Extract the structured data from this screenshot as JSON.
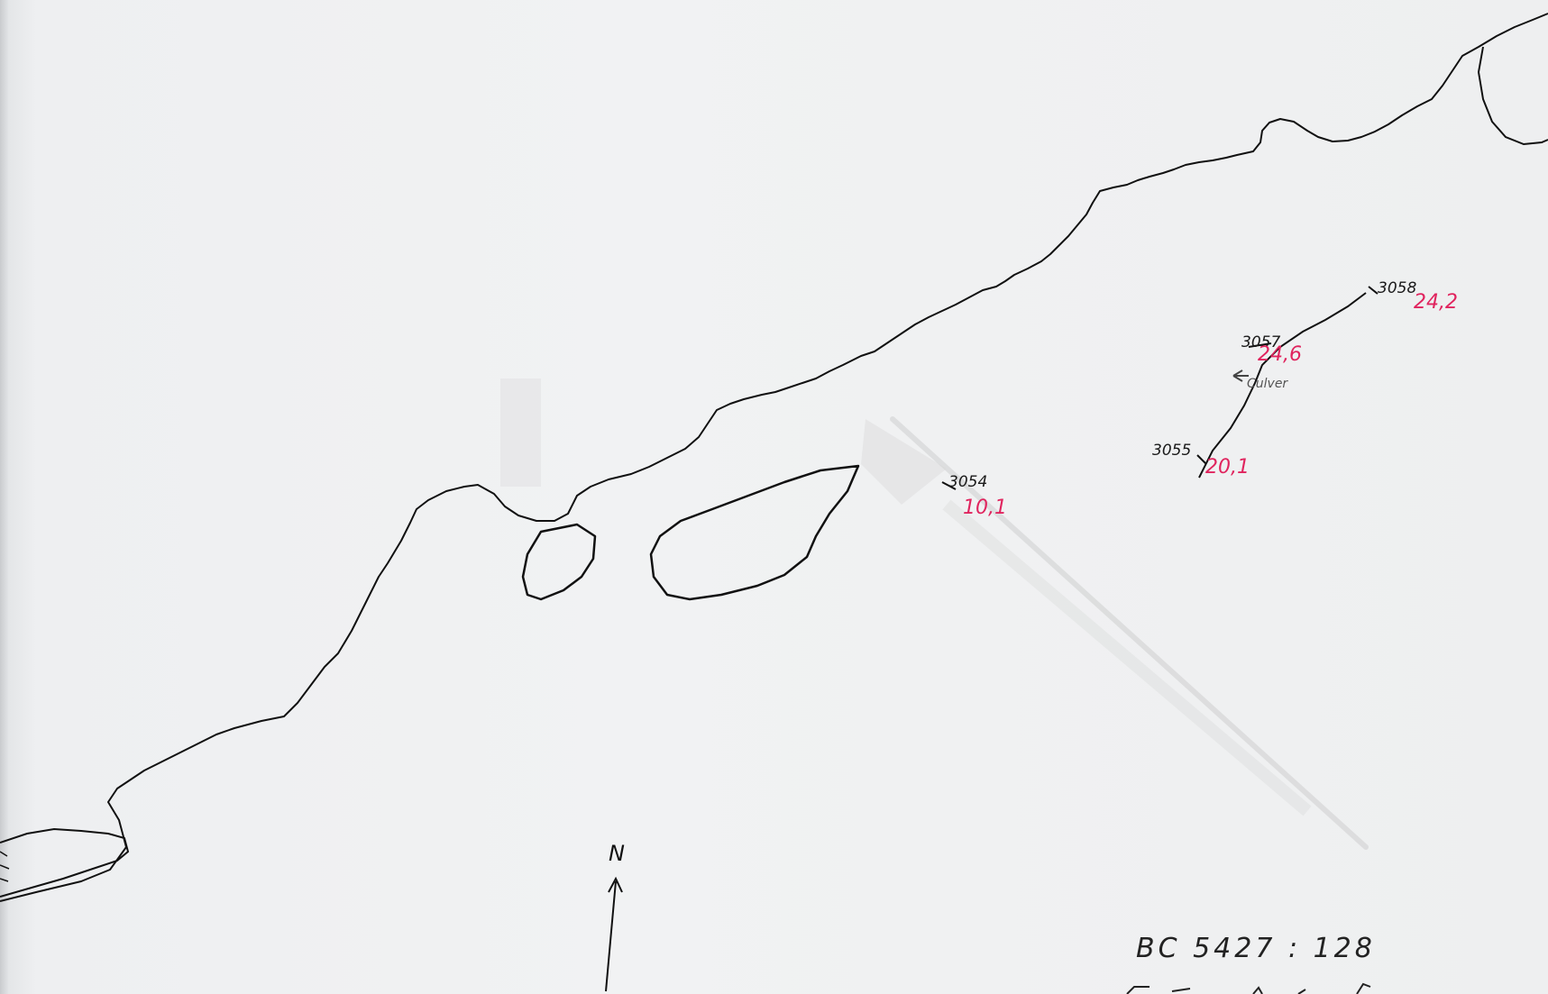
{
  "north_arrow": {
    "label": "N"
  },
  "stations": [
    {
      "id_label": "3054",
      "value_label": "10,1"
    },
    {
      "id_label": "3055",
      "value_label": "20,1"
    },
    {
      "id_label": "3057",
      "value_label": "24,6"
    },
    {
      "id_label": "3058",
      "value_label": "24,2"
    }
  ],
  "side_note": "Culver",
  "caption": {
    "line1": "BC 5427 : 128"
  },
  "colors": {
    "ink": "#111111",
    "red_ink": "#e0245e",
    "smudge": "#9a9a9a",
    "paper": "#eeeff1"
  }
}
